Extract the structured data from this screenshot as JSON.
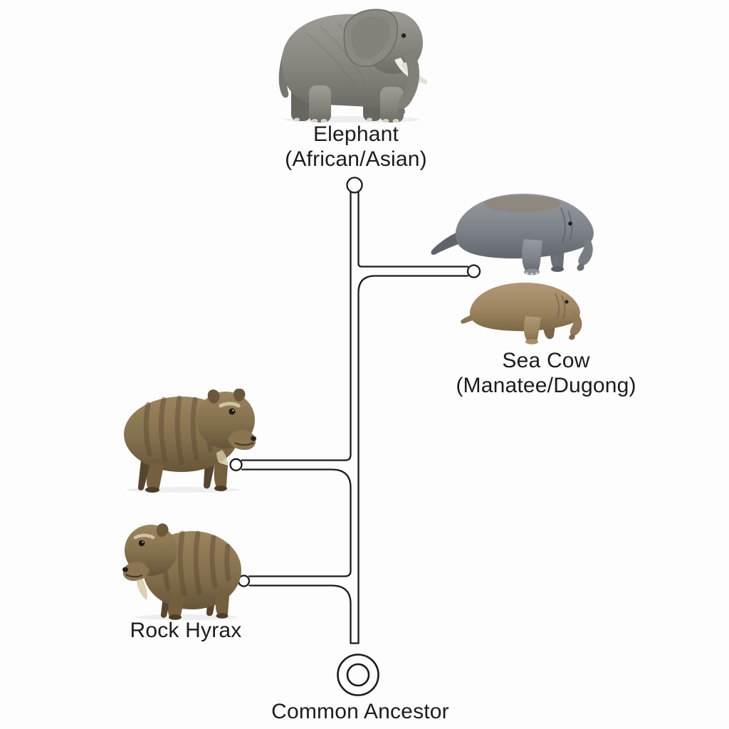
{
  "diagram": {
    "type": "phylogenetic_tree",
    "background_color": "#fdfdfd",
    "line_color": "#1b1b1b",
    "text_color": "#1c1c1c",
    "root_label": "Common Ancestor",
    "tips": [
      {
        "id": "elephant",
        "label": "Elephant",
        "sublabel": "(African/Asian)"
      },
      {
        "id": "sea-cow",
        "label": "Sea Cow",
        "sublabel": "(Manatee/Dugong)"
      },
      {
        "id": "rock-hyrax",
        "label": "Rock Hyrax",
        "sublabel": ""
      }
    ],
    "illustrations": [
      {
        "id": "elephant",
        "description": "gray elephant, side view facing right, white tusks, curled trunk",
        "primary_color": "#8b8a83"
      },
      {
        "id": "manatee",
        "description": "gray sea cow with trunk-like snout and stubby front legs, facing right",
        "primary_color": "#7d8187"
      },
      {
        "id": "dugong",
        "description": "brown sea cow with trunk-like snout and stubby front legs, facing right",
        "primary_color": "#a3885f"
      },
      {
        "id": "rock-hyrax-upper",
        "description": "striped brown rock hyrax facing right",
        "primary_color": "#8a7350"
      },
      {
        "id": "rock-hyrax-lower",
        "description": "striped brown rock hyrax facing left",
        "primary_color": "#8a7350"
      }
    ]
  }
}
